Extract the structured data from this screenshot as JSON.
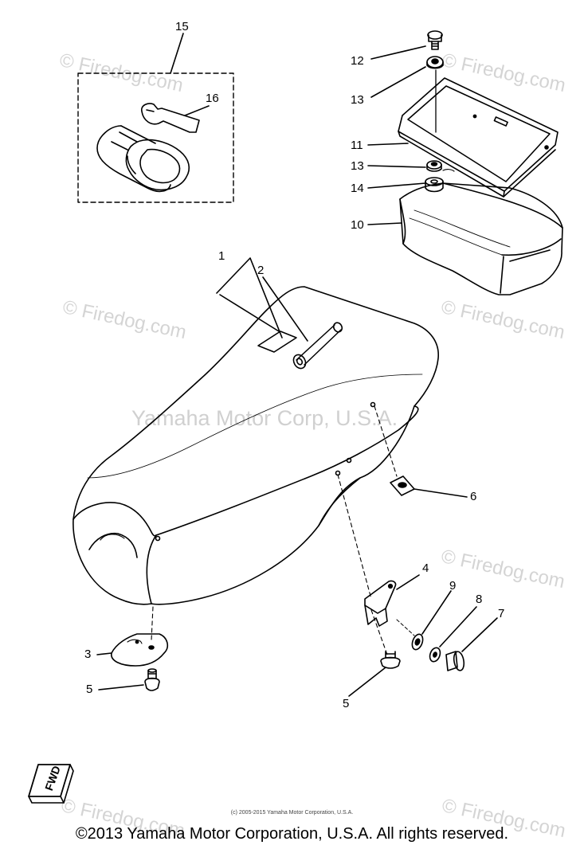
{
  "watermarks": {
    "brand": "© Firedog.com",
    "center": "Yamaha Motor Corp, U.S.A."
  },
  "callouts": {
    "c1": "1",
    "c2": "2",
    "c3": "3",
    "c4": "4",
    "c5a": "5",
    "c5b": "5",
    "c6": "6",
    "c7": "7",
    "c8": "8",
    "c9": "9",
    "c10": "10",
    "c11": "11",
    "c12": "12",
    "c13a": "13",
    "c13b": "13",
    "c14": "14",
    "c15": "15",
    "c16": "16"
  },
  "fwd_badge": "FWD",
  "footer": {
    "small_copyright": "(c) 2005-2015 Yamaha Motor Corporation, U.S.A.",
    "copyright": "©2013 Yamaha Motor Corporation, U.S.A. All rights reserved."
  }
}
